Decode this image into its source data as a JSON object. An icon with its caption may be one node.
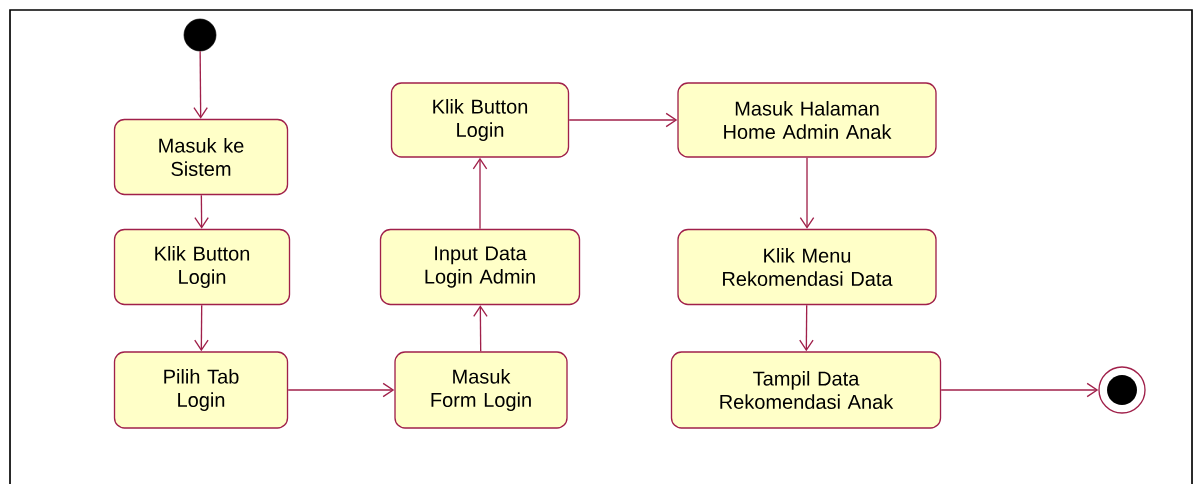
{
  "diagram": {
    "nodes": [
      {
        "text": [],
        "shape": "circle"
      },
      {
        "text": [
          "Masuk ke Sistem"
        ]
      },
      {
        "text": [
          "Klik Button Login"
        ]
      },
      {
        "text": [
          "Pilih Tab Login"
        ]
      },
      {
        "text": [
          "Masuk Form Login"
        ]
      },
      {
        "text": [
          "Input Data Login Admin"
        ]
      },
      {
        "text": [
          "Klik Button Login"
        ]
      },
      {
        "text": [
          "Masuk Halaman Home Admin Anak"
        ]
      },
      {
        "text": [
          "Klik Menu Rekomendasi Data"
        ]
      },
      {
        "text": [
          "Tampil Data Rekomendasi Anak"
        ]
      },
      {
        "text": [],
        "shape": "bullseye"
      }
    ],
    "edges": [
      {
        "from": 0,
        "to": 1,
        "arrow": "to"
      },
      {
        "from": 1,
        "to": 2,
        "arrow": "to"
      },
      {
        "from": 2,
        "to": 3,
        "arrow": "to"
      },
      {
        "from": 3,
        "to": 4,
        "arrow": "to"
      },
      {
        "from": 4,
        "to": 5,
        "arrow": "to"
      },
      {
        "from": 5,
        "to": 6,
        "arrow": "to"
      },
      {
        "from": 6,
        "to": 7,
        "arrow": "to"
      },
      {
        "from": 7,
        "to": 8,
        "arrow": "to"
      },
      {
        "from": 8,
        "to": 9,
        "arrow": "to"
      },
      {
        "from": 9,
        "to": 10,
        "arrow": "to"
      }
    ]
  }
}
